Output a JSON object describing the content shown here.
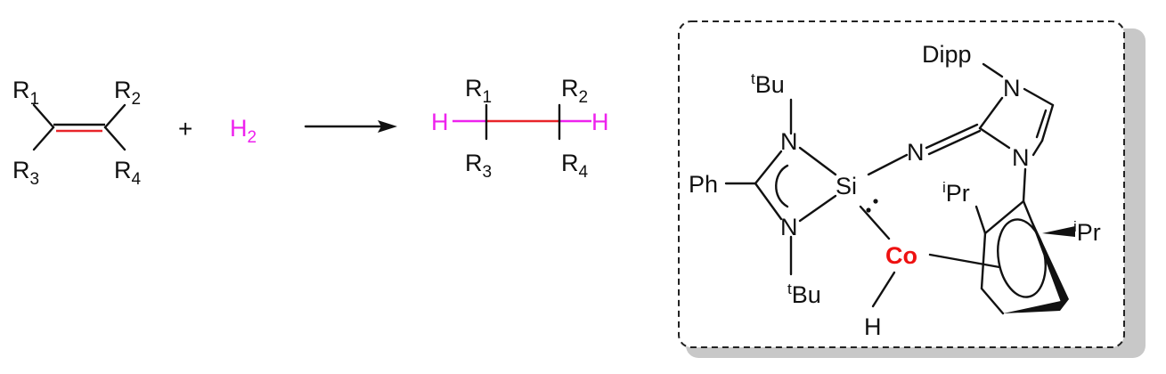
{
  "colors": {
    "ink": "#111111",
    "highlight_bond": "#e8242a",
    "hydrogen": "#ee22ee",
    "metal": "#ee1111",
    "frame": "#222222",
    "shadow": "#c8c8c8"
  },
  "reactant": {
    "r1": "R",
    "r1_sub": "1",
    "r2": "R",
    "r2_sub": "2",
    "r3": "R",
    "r3_sub": "3",
    "r4": "R",
    "r4_sub": "4"
  },
  "plus": "+",
  "hydrogen": {
    "symbol": "H",
    "sub": "2"
  },
  "product": {
    "r1": "R",
    "r1_sub": "1",
    "r2": "R",
    "r2_sub": "2",
    "r3": "R",
    "r3_sub": "3",
    "r4": "R",
    "r4_sub": "4",
    "h_left": "H",
    "h_right": "H"
  },
  "catalyst": {
    "dipp": "Dipp",
    "n_top": "N",
    "n_bottom": "N",
    "n_imine": "N",
    "n_amidinate_top": "N",
    "n_amidinate_bottom": "N",
    "tbu_top": {
      "sup": "t",
      "text": "Bu"
    },
    "tbu_bottom": {
      "sup": "t",
      "text": "Bu"
    },
    "ph": "Ph",
    "si": "Si",
    "co": "Co",
    "h": "H",
    "ipr_left": {
      "sup": "i",
      "text": "Pr"
    },
    "ipr_right": {
      "sup": "i",
      "text": "Pr"
    }
  }
}
